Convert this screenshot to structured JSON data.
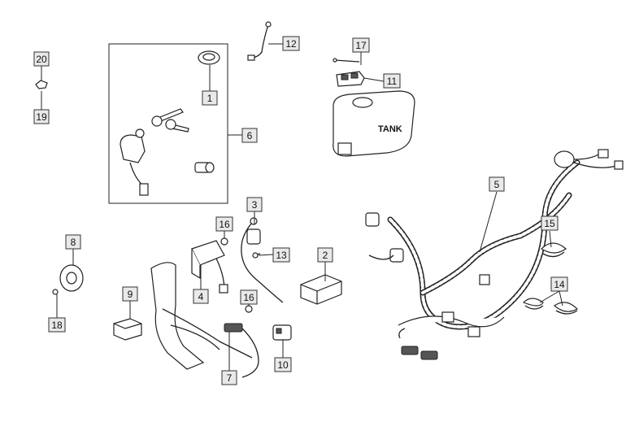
{
  "tank_label": "TANK",
  "callouts": {
    "c1": "1",
    "c2": "2",
    "c3": "3",
    "c4": "4",
    "c5": "5",
    "c6": "6",
    "c7": "7",
    "c8": "8",
    "c9": "9",
    "c10": "10",
    "c11": "11",
    "c12": "12",
    "c13": "13",
    "c14": "14",
    "c15": "15",
    "c16a": "16",
    "c16b": "16",
    "c17": "17",
    "c18": "18",
    "c19": "19",
    "c20": "20"
  },
  "colors": {
    "line": "#222222",
    "callout_fill": "#e9e9e9"
  }
}
